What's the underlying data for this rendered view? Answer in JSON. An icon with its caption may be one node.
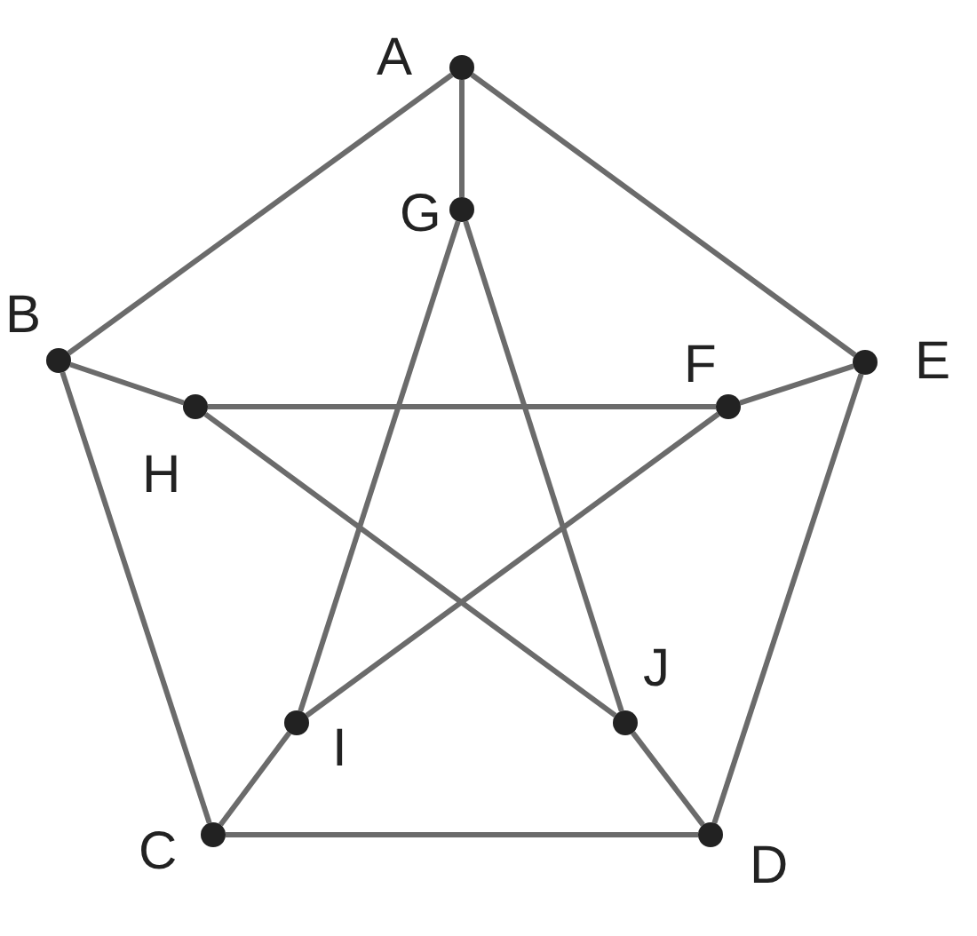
{
  "diagram": {
    "nodes": [
      {
        "text": [],
        "shape": "circle",
        "beside": [
          "A"
        ]
      },
      {
        "text": [],
        "shape": "circle",
        "beside": [
          "G"
        ]
      },
      {
        "text": [],
        "shape": "circle",
        "beside": [
          "B"
        ]
      },
      {
        "text": [],
        "shape": "circle",
        "beside": [
          "E"
        ]
      },
      {
        "text": [],
        "shape": "circle",
        "beside": [
          "H"
        ]
      },
      {
        "text": [],
        "shape": "circle",
        "beside": [
          "F"
        ]
      },
      {
        "text": [],
        "shape": "circle",
        "beside": [
          "J"
        ]
      },
      {
        "text": [],
        "shape": "circle",
        "beside": [
          "I"
        ]
      },
      {
        "text": [],
        "shape": "circle",
        "beside": [
          "C"
        ]
      },
      {
        "text": [],
        "shape": "circle",
        "beside": [
          "D"
        ]
      }
    ],
    "edges": [
      {
        "from": 0,
        "to": 1,
        "arrow": "none"
      },
      {
        "from": 0,
        "to": 2,
        "arrow": "none"
      },
      {
        "from": 0,
        "to": 3,
        "arrow": "none"
      },
      {
        "from": 2,
        "to": 4,
        "arrow": "none"
      },
      {
        "from": 2,
        "to": 8,
        "arrow": "none"
      },
      {
        "from": 3,
        "to": 5,
        "arrow": "none"
      },
      {
        "from": 3,
        "to": 9,
        "arrow": "none"
      },
      {
        "from": 8,
        "to": 9,
        "arrow": "none"
      },
      {
        "from": 8,
        "to": 7,
        "arrow": "none"
      },
      {
        "from": 9,
        "to": 6,
        "arrow": "none"
      },
      {
        "from": 1,
        "to": 7,
        "arrow": "none"
      },
      {
        "from": 1,
        "to": 6,
        "arrow": "none"
      },
      {
        "from": 4,
        "to": 5,
        "arrow": "none"
      },
      {
        "from": 4,
        "to": 6,
        "arrow": "none"
      },
      {
        "from": 7,
        "to": 5,
        "arrow": "none"
      }
    ]
  }
}
